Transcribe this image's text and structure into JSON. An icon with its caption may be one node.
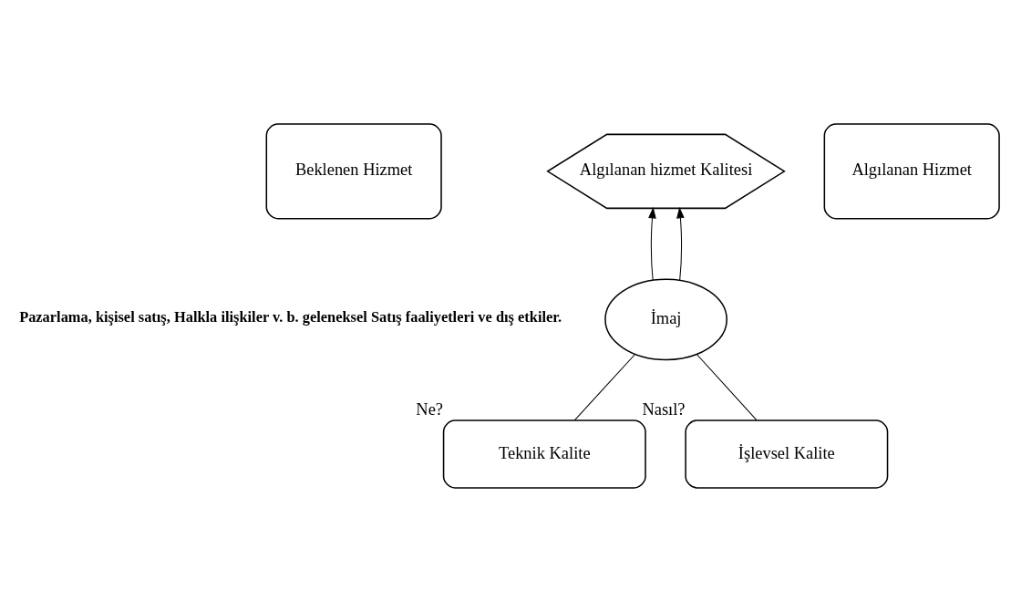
{
  "diagram": {
    "nodes": [
      {
        "text": [
          "Beklenen Hizmet"
        ]
      },
      {
        "text": [
          "Algılanan hizmet Kalitesi"
        ]
      },
      {
        "text": [
          "Algılanan Hizmet"
        ]
      },
      {
        "text": [
          "İmaj"
        ]
      },
      {
        "text": [
          "Teknik Kalite"
        ],
        "beside": [
          "Ne?"
        ]
      },
      {
        "text": [
          "İşlevsel Kalite"
        ],
        "beside": [
          "Nasıl?"
        ]
      }
    ],
    "edges": [
      {
        "from": 3,
        "to": 1,
        "arrow": "to"
      },
      {
        "from": 3,
        "to": 1,
        "arrow": "to"
      },
      {
        "from": 3,
        "to": 4,
        "arrow": "none"
      },
      {
        "from": 3,
        "to": 5,
        "arrow": "none"
      }
    ],
    "labels": [
      "Pazarlama, kişisel satış, Halkla ilişkiler v. b. geleneksel Satış faaliyetleri ve dış etkiler."
    ]
  }
}
